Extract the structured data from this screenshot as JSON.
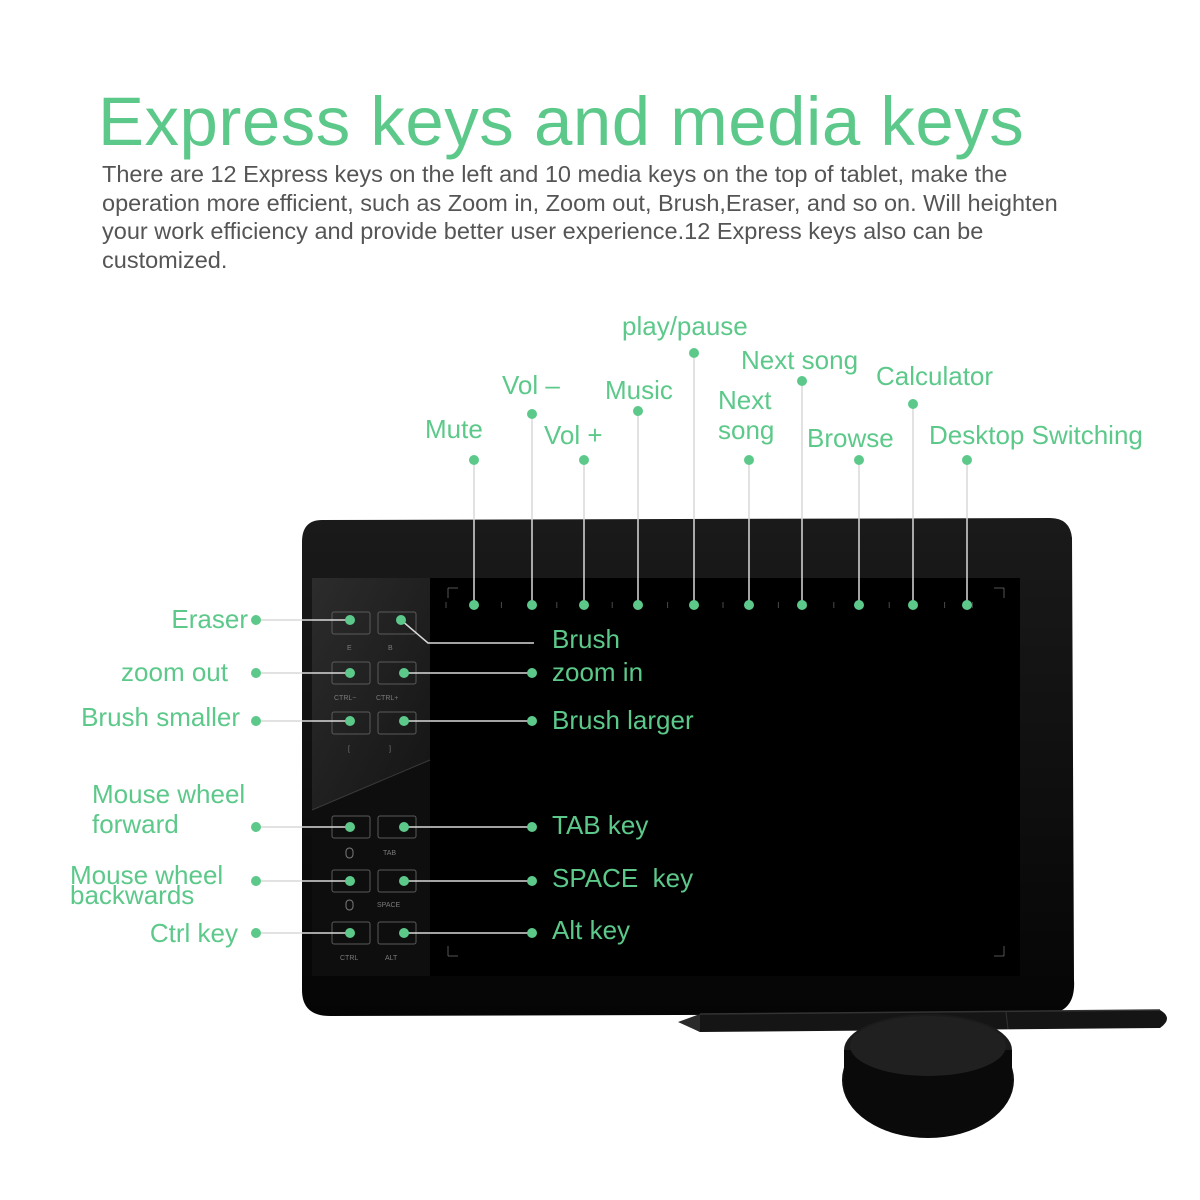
{
  "header": {
    "title": "Express keys and media keys",
    "description": "There are 12 Express keys on the left and 10 media keys on the top of tablet, make the operation more efficient, such as Zoom in, Zoom out, Brush,Eraser, and so on. Will heighten your work efficiency and provide better user experience.12 Express keys also can be customized."
  },
  "media_keys": {
    "mute": "Mute",
    "vol_minus": "Vol –",
    "vol_plus": "Vol +",
    "music": "Music",
    "play_pause": "play/pause",
    "next_song_1": "Next song",
    "next_song_2": "Next song",
    "browse": "Browse",
    "calculator": "Calculator",
    "desktop_switching": "Desktop Switching"
  },
  "express_keys_left": {
    "eraser": "Eraser",
    "zoom_out": "zoom out",
    "brush_smaller": "Brush smaller",
    "mouse_wheel_forward": "Mouse wheel forward",
    "mouse_wheel_backwards": "Mouse wheel backwards",
    "ctrl_key": "Ctrl key"
  },
  "express_keys_right": {
    "brush": "Brush",
    "zoom_in": "zoom in",
    "brush_larger": "Brush larger",
    "tab_key": "TAB key",
    "space_key": "SPACE  key",
    "alt_key": "Alt key"
  },
  "key_caps": {
    "e": "E",
    "b": "B",
    "ctrl_minus": "CTRL−",
    "ctrl_plus": "CTRL+",
    "bracket_left": "[",
    "bracket_right": "]",
    "tab": "TAB",
    "space": "SPACE",
    "ctrl": "CTRL",
    "alt": "ALT"
  },
  "colors": {
    "accent_green": "#5cc98a",
    "text_gray": "#555555",
    "tablet_black": "#0b0b0b"
  }
}
